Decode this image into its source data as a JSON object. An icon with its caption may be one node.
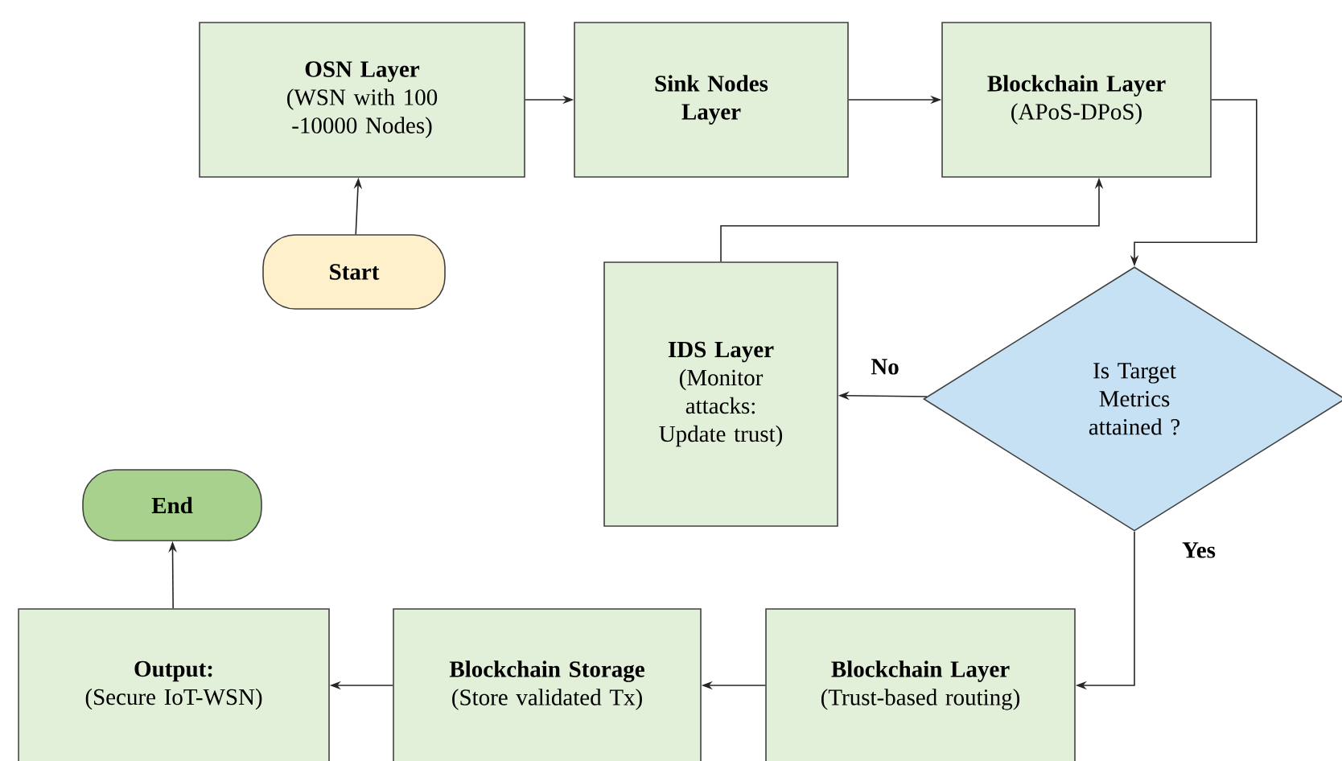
{
  "diagram": {
    "nodes": [
      {
        "text": [
          "OSN Layer",
          "(WSN with 100 -10000 Nodes)"
        ]
      },
      {
        "text": [
          "Sink Nodes Layer"
        ]
      },
      {
        "text": [
          "**Blockchain Layer** (APoS-DPoS)"
        ]
      },
      {
        "text": [
          "Start"
        ]
      },
      {
        "text": [
          "IDS Layer",
          "(Monitor attacks: Update trust)"
        ]
      },
      {
        "text": [
          "Is Target Metrics attained ?"
        ]
      },
      {
        "text": [
          "End"
        ]
      },
      {
        "text": [
          "Output:",
          "(Secure IoT-WSN)"
        ]
      },
      {
        "text": [
          "**Blockchain Storage** (Store validated Tx)"
        ]
      },
      {
        "text": [
          "**Blockchain Layer** (Trust-based routing)"
        ]
      }
    ],
    "edges": [
      {
        "from": 0,
        "to": 1,
        "arrow": "to"
      },
      {
        "from": 1,
        "to": 2,
        "arrow": "to"
      },
      {
        "from": 3,
        "to": 0,
        "arrow": "to"
      },
      {
        "from": 2,
        "to": 5,
        "arrow": "to"
      },
      {
        "from": 5,
        "to": 4,
        "arrow": "to",
        "label": "No"
      },
      {
        "from": 4,
        "to": 2,
        "arrow": "to"
      },
      {
        "from": 5,
        "to": 9,
        "arrow": "to",
        "label": "Yes"
      },
      {
        "from": 9,
        "to": 8,
        "arrow": "to"
      },
      {
        "from": 8,
        "to": 7,
        "arrow": "to"
      },
      {
        "from": 7,
        "to": 6,
        "arrow": "to"
      }
    ]
  }
}
